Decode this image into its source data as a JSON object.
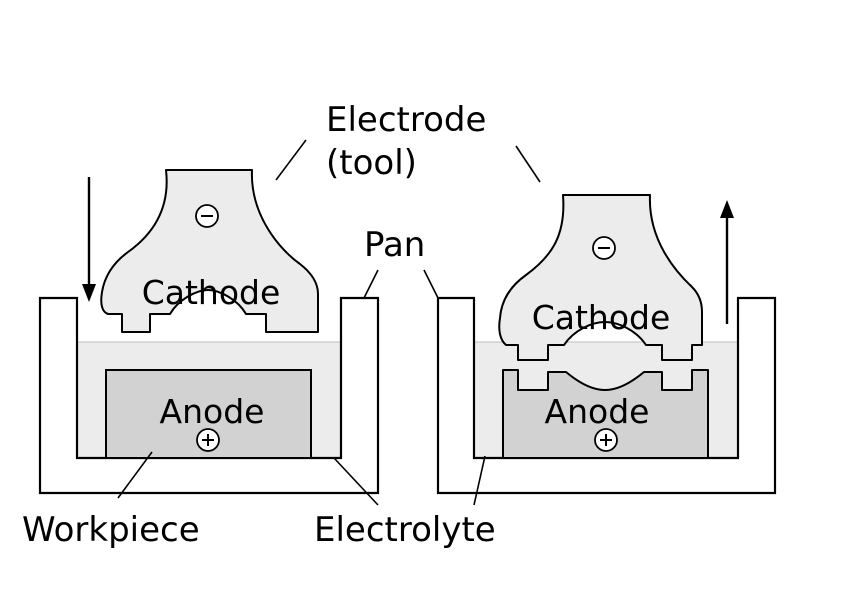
{
  "labels": {
    "electrode_line1": "Electrode",
    "electrode_line2": "(tool)",
    "pan": "Pan",
    "workpiece": "Workpiece",
    "electrolyte": "Electrolyte"
  },
  "left_setup": {
    "cathode_label": "Cathode",
    "cathode_symbol": "⊖",
    "anode_label": "Anode",
    "anode_symbol": "⊕",
    "arrow_direction": "down"
  },
  "right_setup": {
    "cathode_label": "Cathode",
    "cathode_symbol": "⊖",
    "anode_label": "Anode",
    "anode_symbol": "⊕",
    "arrow_direction": "up"
  },
  "colors": {
    "electrolyte": "#ececec",
    "anode": "#d2d2d2",
    "cathode": "#ececec",
    "outline": "#000000",
    "background": "#ffffff"
  }
}
